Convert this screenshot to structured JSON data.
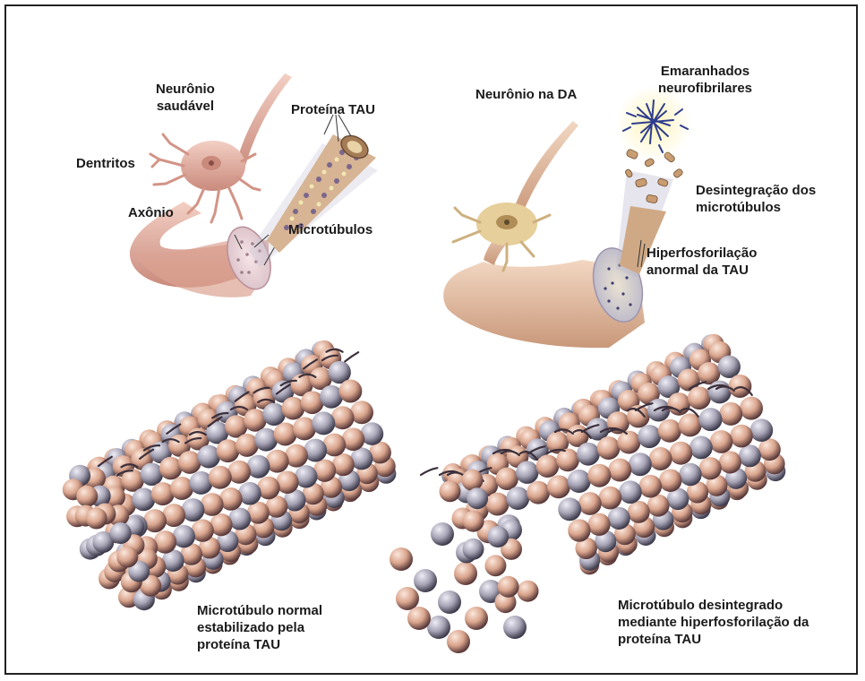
{
  "colors": {
    "neuron_pink": "#e7b3a6",
    "neuron_diseased": "#dcc59a",
    "bead_pink": "#d9a48c",
    "bead_grey": "#a6a3b5",
    "tau_strand": "#3b2f3a",
    "tangle_blue": "#2e3d8f"
  },
  "labels": {
    "healthy_neuron": [
      "Neurônio",
      "saudável"
    ],
    "dendrites": "Dentritos",
    "axon": "Axônio",
    "tau_protein": "Proteína TAU",
    "microtubules": "Microtúbulos",
    "neuron_ad": "Neurônio na DA",
    "tangles": [
      "Emaranhados",
      "neurofibrilares"
    ],
    "disintegration": [
      "Desintegração dos",
      "microtúbulos"
    ],
    "hyperphosphorylation": [
      "Hiperfosforilação",
      "anormal da TAU"
    ],
    "normal_microtubule": [
      "Microtúbulo normal",
      "estabilizado pela",
      "proteína TAU"
    ],
    "disintegrated_microtubule": [
      "Microtúbulo desintegrado",
      "mediante hiperfosforilação da",
      "proteína TAU"
    ]
  }
}
